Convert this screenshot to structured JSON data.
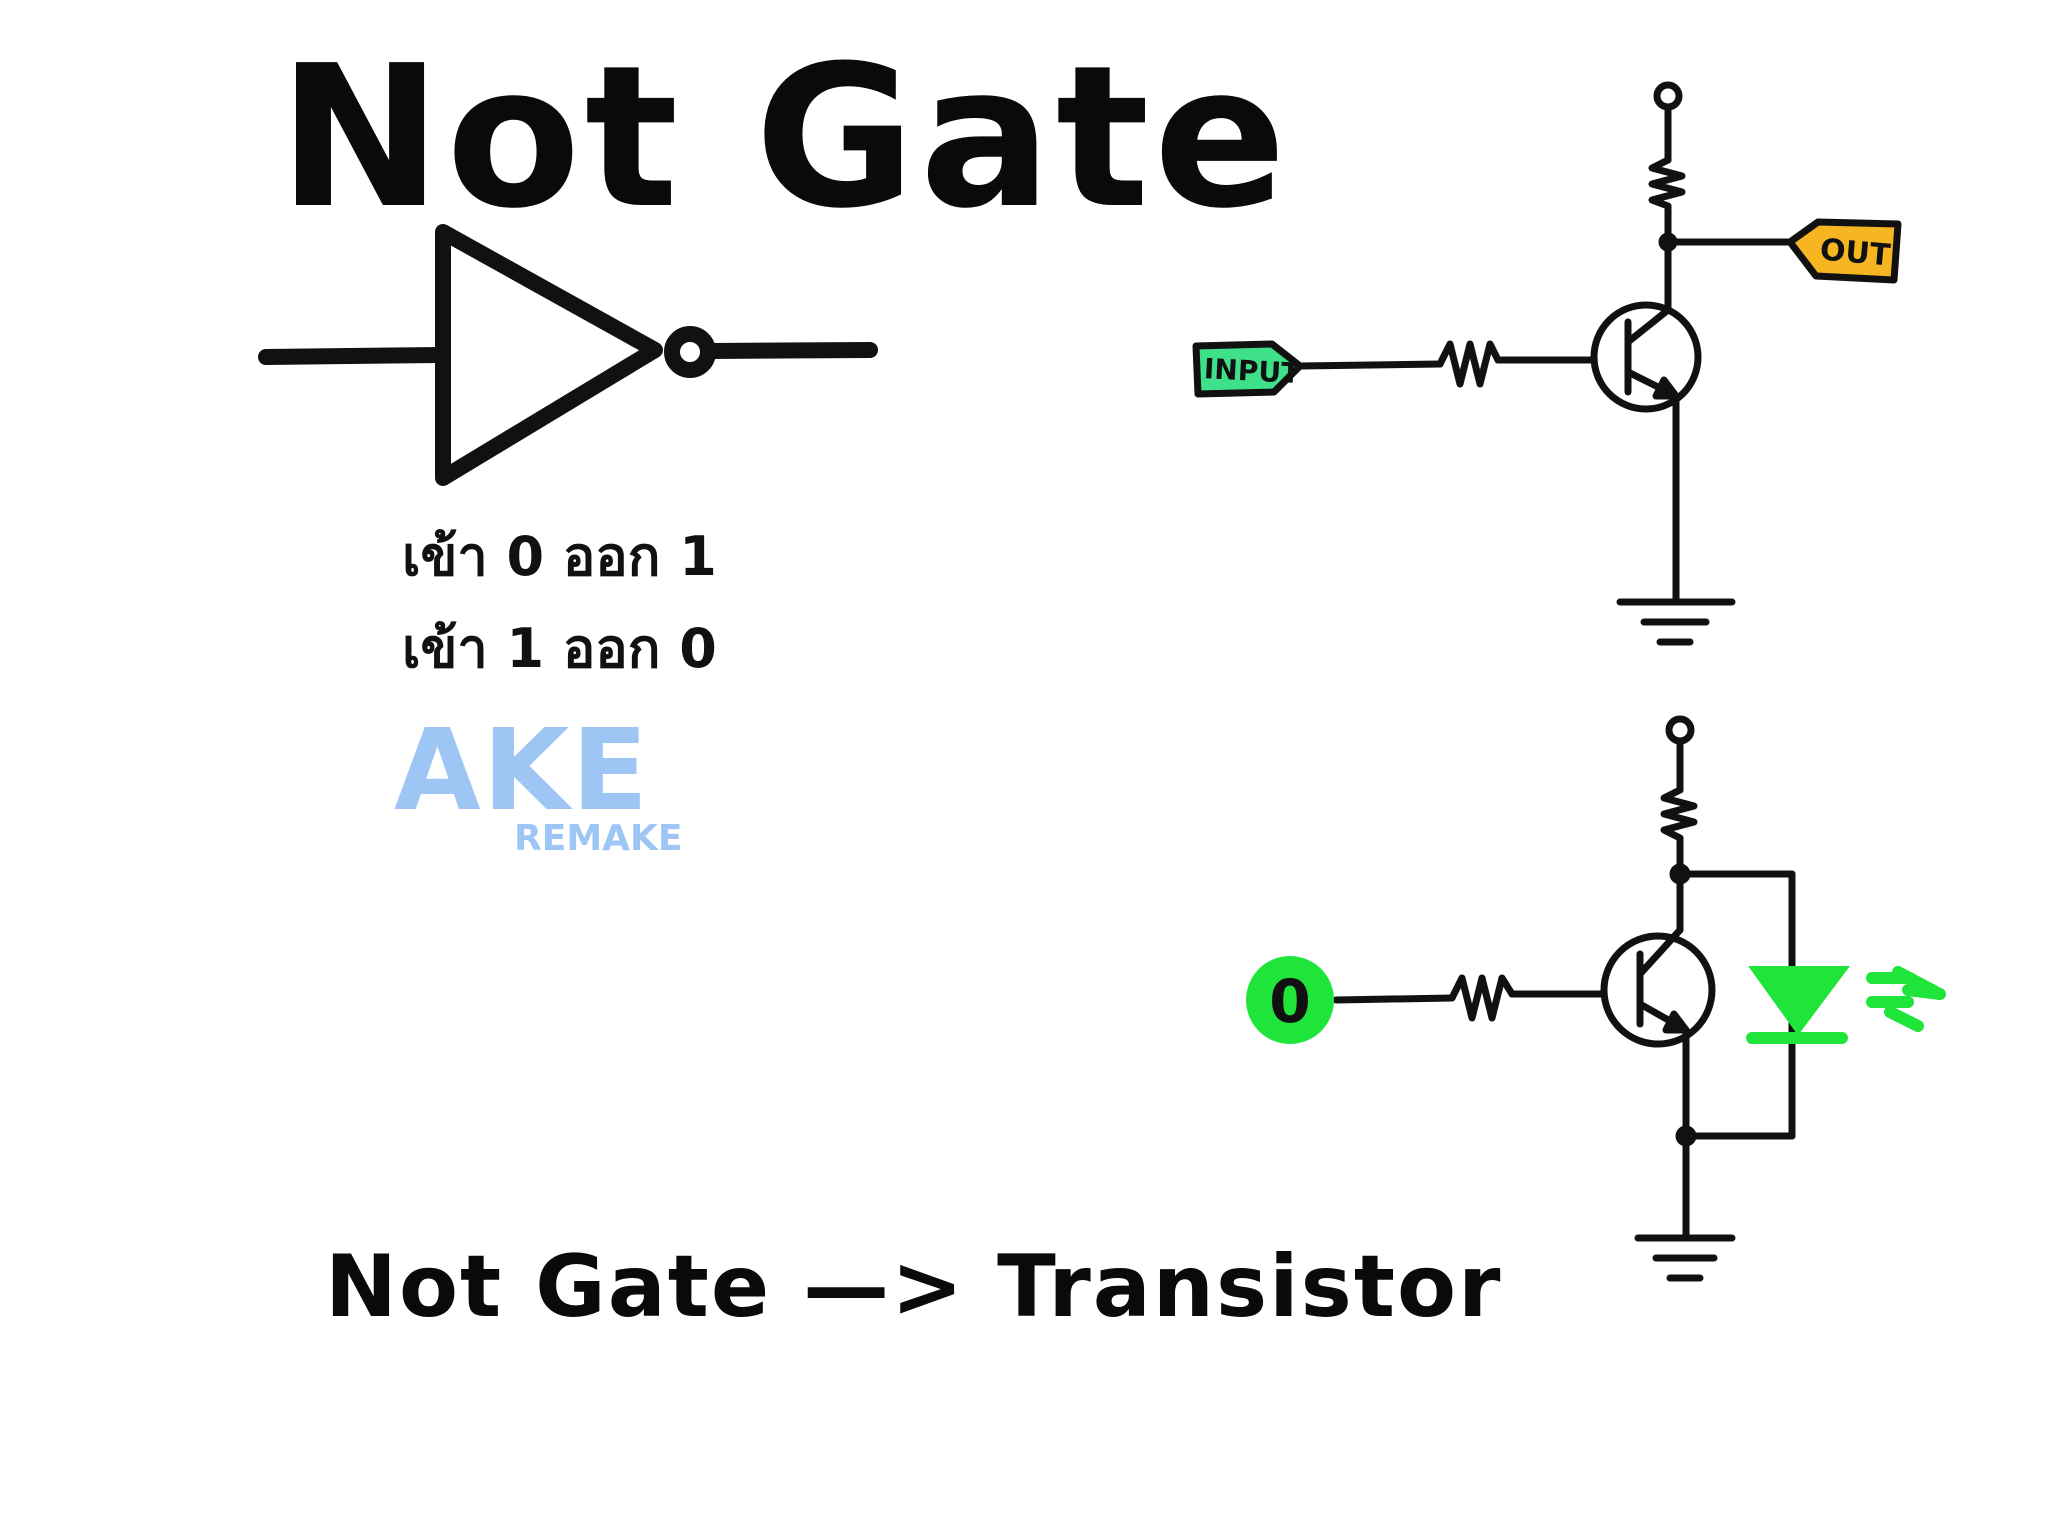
{
  "title": "Not Gate",
  "truth_table": {
    "line_1": "เข้า 0 ออก 1",
    "line_2": "เข้า 1 ออก 0"
  },
  "caption": "Not Gate —> Transistor",
  "logo": {
    "main": "AKE",
    "sub": "REMAKE"
  },
  "circuit_top": {
    "input_label": "INPUT",
    "output_label": "OUT"
  },
  "circuit_bottom": {
    "input_value": "0"
  },
  "colors": {
    "ink": "#111111",
    "input_tag": "#3ee08a",
    "output_tag": "#f5b622",
    "led": "#1fe43a",
    "logo": "#9ec6f5"
  }
}
